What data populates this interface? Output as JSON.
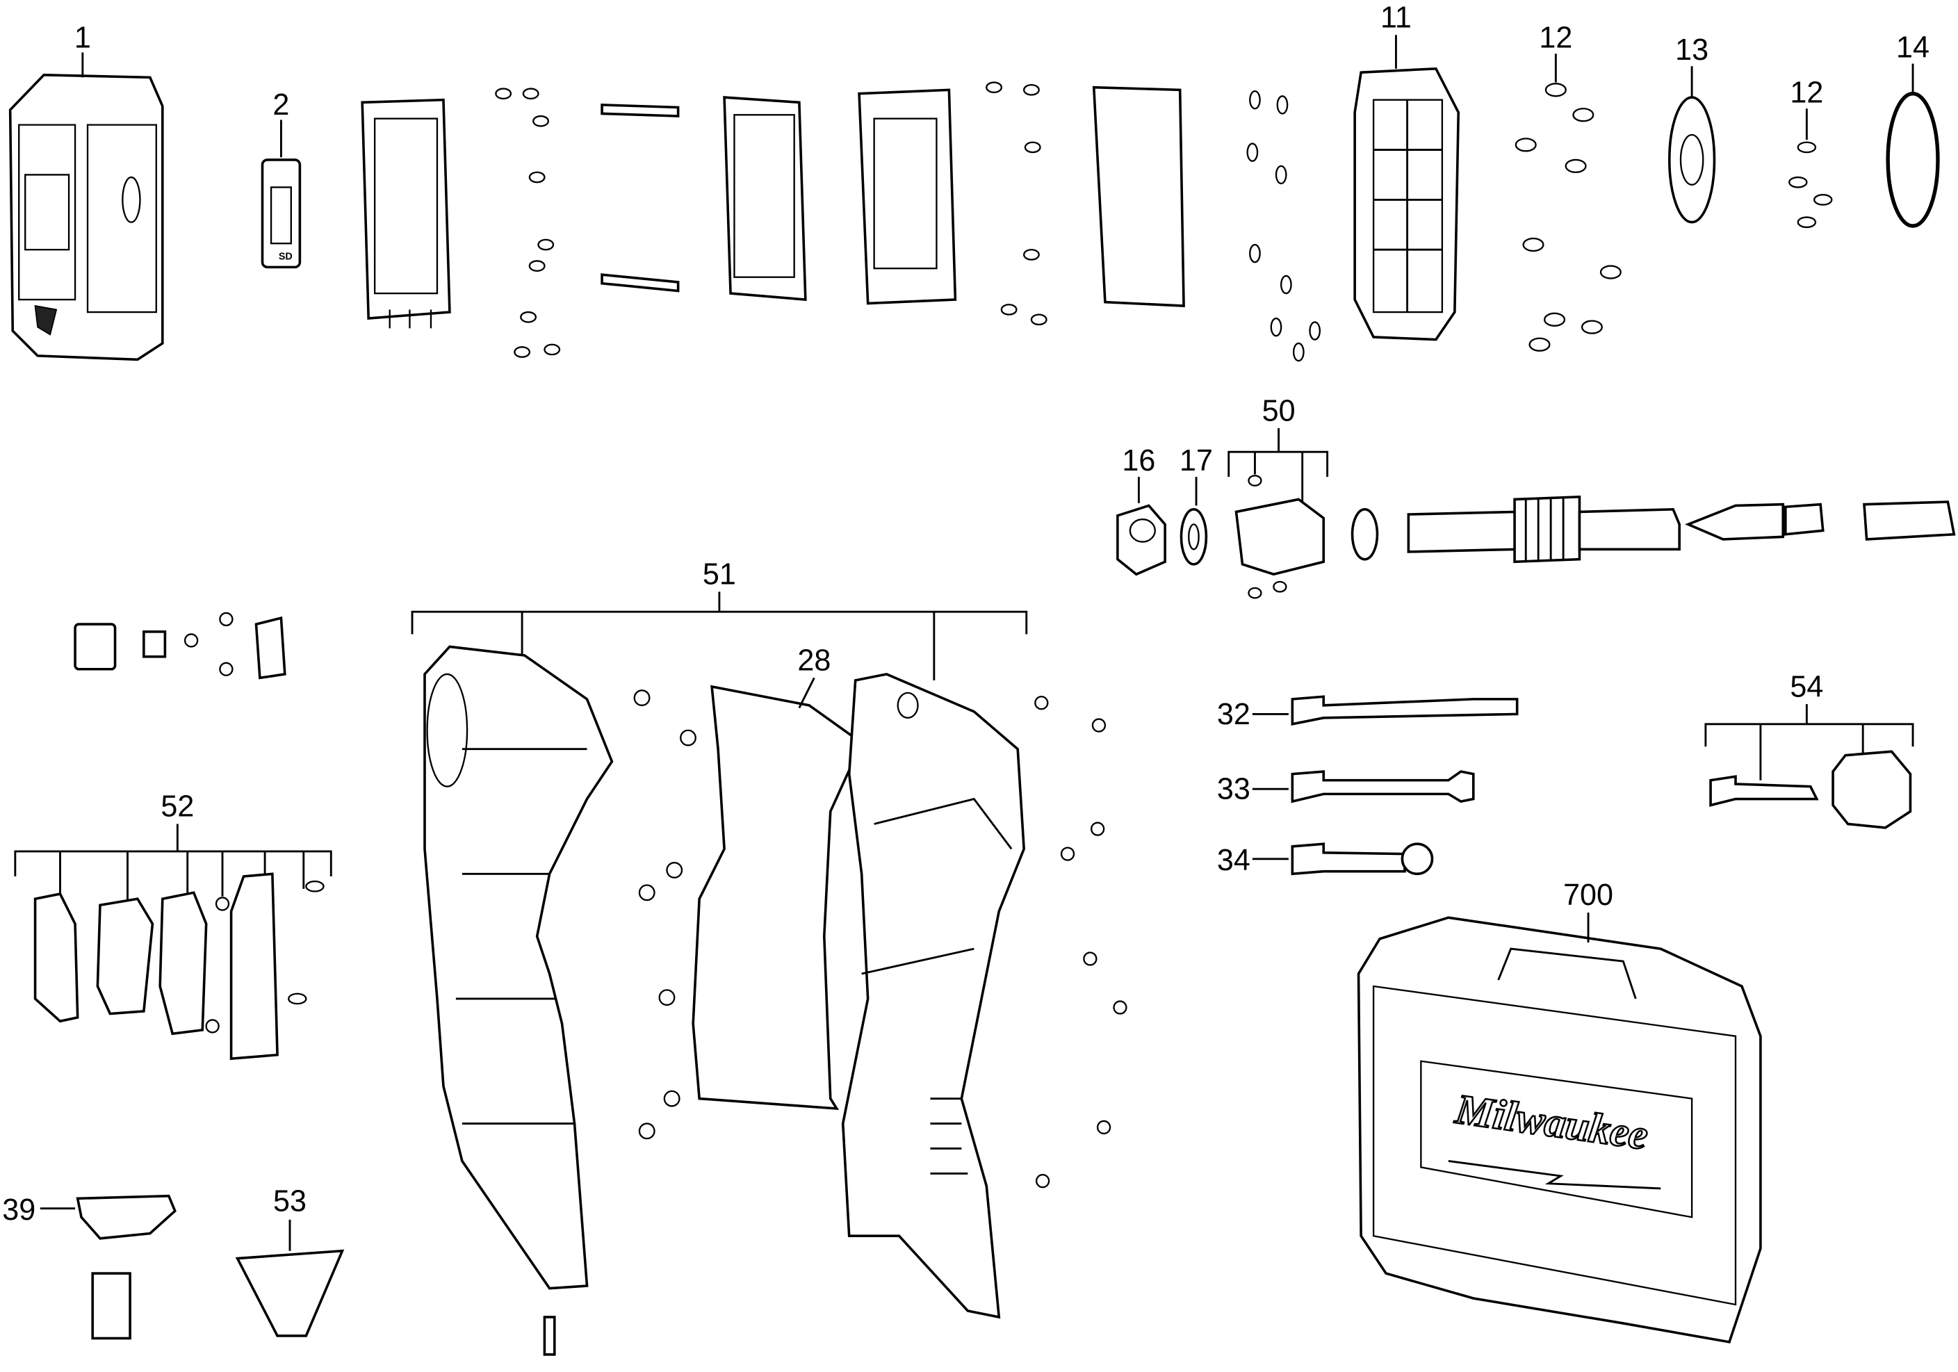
{
  "diagram": {
    "callouts": {
      "c1": "1",
      "c2": "2",
      "c11": "11",
      "c12a": "12",
      "c13": "13",
      "c14": "14",
      "c12b": "12",
      "c16": "16",
      "c17": "17",
      "c50": "50",
      "c51": "51",
      "c28": "28",
      "c32": "32",
      "c33": "33",
      "c34": "34",
      "c54": "54",
      "c52": "52",
      "c39": "39",
      "c53": "53",
      "c700": "700"
    },
    "case_logo": "Milwaukee",
    "card_label": "SD"
  }
}
